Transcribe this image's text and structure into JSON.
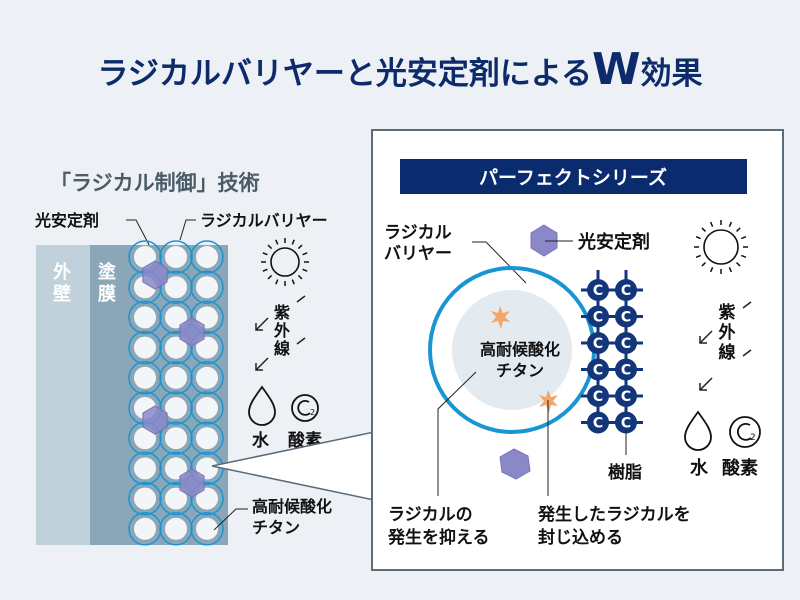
{
  "title": {
    "main": "ラジカルバリヤーと光安定剤による",
    "w": "W",
    "suffix": "効果"
  },
  "left": {
    "subtitle": "「ラジカル制御」技術",
    "label_light_stabilizer": "光安定剤",
    "label_radical_barrier": "ラジカルバリヤー",
    "wall": [
      "外",
      "壁"
    ],
    "coating": [
      "塗",
      "膜"
    ],
    "uv": [
      "紫",
      "外",
      "線"
    ],
    "water": "水",
    "oxygen": "酸素",
    "oxygen_sub": "2",
    "titanium": [
      "高耐候酸化",
      "チタン"
    ]
  },
  "right": {
    "banner": "パーフェクトシリーズ",
    "label_radical_barrier": [
      "ラジカル",
      "バリヤー"
    ],
    "label_light_stabilizer": "光安定剤",
    "titanium": [
      "高耐候酸化",
      "チタン"
    ],
    "resin": "樹脂",
    "carbon": "C",
    "uv": [
      "紫",
      "外",
      "線"
    ],
    "water": "水",
    "oxygen": "酸素",
    "oxygen_sub": "2",
    "note_suppress": [
      "ラジカルの",
      "発生を抑える"
    ],
    "note_contain": [
      "発生したラジカルを",
      "封じ込める"
    ]
  },
  "colors": {
    "navy": "#0d2a6b",
    "blue_ring": "#1a95d4",
    "hexagon": "#8b88c9",
    "coating": "#8ba7b7",
    "wall": "#c0d1db"
  }
}
